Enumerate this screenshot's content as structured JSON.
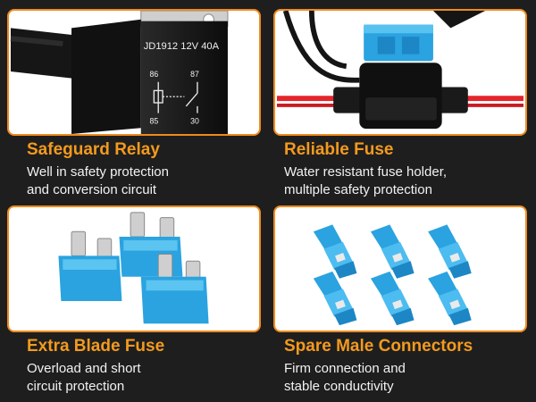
{
  "colors": {
    "accent": "#f39a1e",
    "panel_border": "#f08a1c",
    "background": "#1e1e1e",
    "fuse_blue": "#2aa3e0",
    "wire_red": "#e5242b"
  },
  "features": [
    {
      "title": "Safeguard Relay",
      "desc_line1": "Well in safety protection",
      "desc_line2": "and conversion circuit",
      "image_icon": "relay-image",
      "relay_label": "JD1912 12V 40A",
      "pin_86": "86",
      "pin_85": "85",
      "pin_87": "87",
      "pin_30": "30"
    },
    {
      "title": "Reliable Fuse",
      "desc_line1": "Water resistant fuse holder,",
      "desc_line2": "multiple safety protection",
      "image_icon": "fuse-holder-image"
    },
    {
      "title": "Extra Blade Fuse",
      "desc_line1": "Overload and short",
      "desc_line2": "circuit protection",
      "image_icon": "blade-fuse-image"
    },
    {
      "title": "Spare Male Connectors",
      "desc_line1": "Firm connection and",
      "desc_line2": "stable conductivity",
      "image_icon": "male-connector-image"
    }
  ]
}
